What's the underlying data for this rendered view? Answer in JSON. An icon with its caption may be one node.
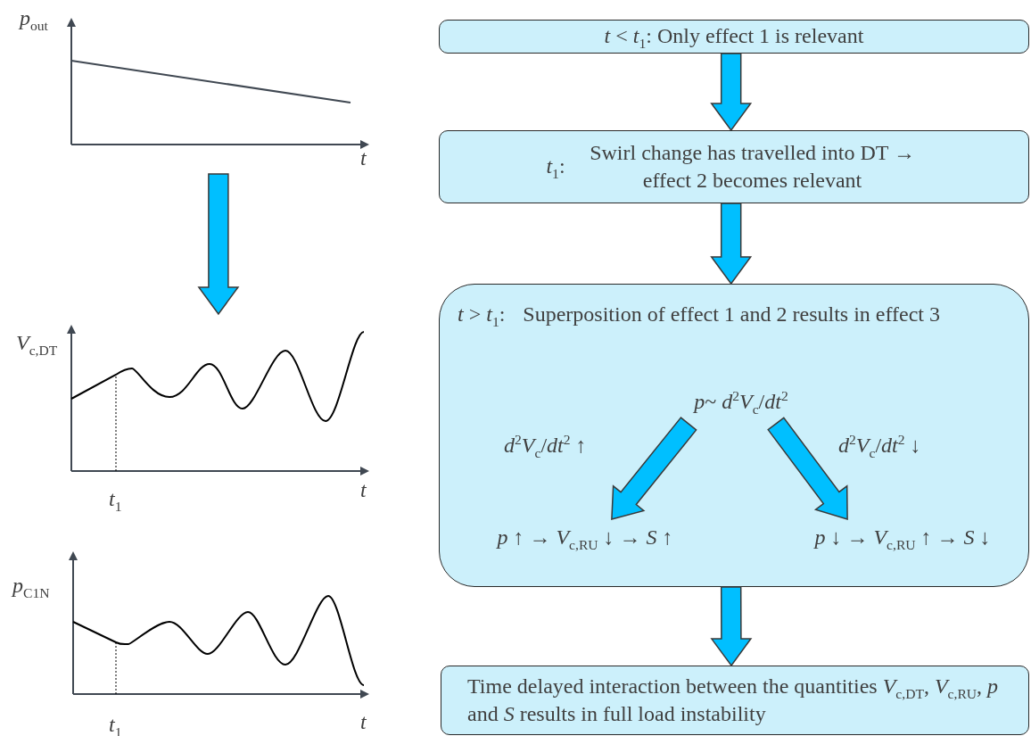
{
  "diagram": {
    "nodes": [
      {
        "text": [
          "*t* < *t*$_{1}$: Only effect 1 is relevant"
        ]
      },
      {
        "text": [
          "*t*$_{1}$:",
          "Swirl change has travelled into DT → effect 2 becomes relevant"
        ]
      },
      {
        "text": [
          "*t* > *t*$_{1}$:",
          "Superposition of effect 1 and 2 results in effect 3"
        ]
      },
      {
        "text": [
          "*p*~ *d*$^{2}$*V*$_{c}$/*dt*$^{2}$"
        ],
        "in": 2
      },
      {
        "text": [
          "*p* ↑ →  *V*$_{c,RU}$ ↓  →  *S* ↑"
        ],
        "in": 2
      },
      {
        "text": [
          "*p* ↓ →  *V*$_{c,RU}$ ↑ →  *S* ↓"
        ],
        "in": 2
      },
      {
        "text": [
          "Time delayed interaction between the quantities *V*$_{c,DT}$, *V*$_{c,RU}$, *p* and *S* results in full load instability"
        ]
      },
      {
        "text": [
          "*p*$_{out}$",
          "*t*"
        ]
      },
      {
        "text": [
          "*V*$_{c,DT}$",
          "*t*$_{1}$",
          "*t*"
        ]
      },
      {
        "text": [
          "*p*$_{C1N}$",
          "*t*$_{1}$",
          "*t*"
        ]
      }
    ],
    "edges": [
      {
        "from": 0,
        "to": 1,
        "arrow": "to"
      },
      {
        "from": 1,
        "to": 2,
        "arrow": "to"
      },
      {
        "from": 3,
        "to": 4,
        "arrow": "to",
        "label": "*d*$^{2}$*V*$_{c}$/*dt*$^{2}$ ↑"
      },
      {
        "from": 3,
        "to": 5,
        "arrow": "to",
        "label": "*d*$^{2}$*V*$_{c}$/*dt*$^{2}$ ↓"
      },
      {
        "from": 2,
        "to": 6,
        "arrow": "to"
      },
      {
        "from": 7,
        "to": 8,
        "arrow": "to"
      }
    ]
  }
}
